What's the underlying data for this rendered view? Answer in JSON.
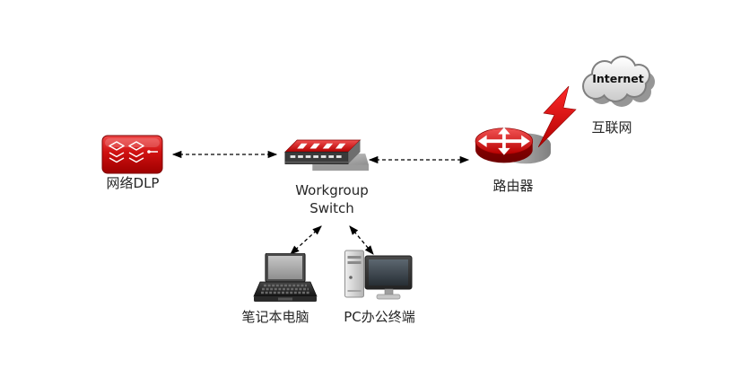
{
  "diagram": {
    "type": "network-topology",
    "nodes": {
      "dlp": {
        "label": "网络DLP",
        "icon": "dlp-appliance-icon"
      },
      "switch": {
        "label": "Workgroup\nSwitch",
        "icon": "workgroup-switch-icon"
      },
      "router": {
        "label": "路由器",
        "icon": "router-icon"
      },
      "cloud": {
        "label": "Internet",
        "icon": "internet-cloud-icon"
      },
      "internet": {
        "label": "互联网"
      },
      "laptop": {
        "label": "笔记本电脑",
        "icon": "laptop-icon"
      },
      "pc": {
        "label": "PC办公终端",
        "icon": "desktop-pc-icon"
      }
    },
    "edges": [
      {
        "from": "网络DLP",
        "to": "Workgroup Switch",
        "style": "dashed",
        "arrows": "both"
      },
      {
        "from": "Workgroup Switch",
        "to": "路由器",
        "style": "dashed",
        "arrows": "both"
      },
      {
        "from": "Workgroup Switch",
        "to": "笔记本电脑",
        "style": "dashed",
        "arrows": "both"
      },
      {
        "from": "Workgroup Switch",
        "to": "PC办公终端",
        "style": "dashed",
        "arrows": "both"
      },
      {
        "from": "路由器",
        "to": "互联网",
        "style": "lightning"
      }
    ],
    "colors": {
      "device_red": "#c81414",
      "shadow_gray": "#9a9a9a",
      "connector_black": "#000000",
      "lightning_red": "#e31212",
      "label_text": "#262626"
    }
  }
}
